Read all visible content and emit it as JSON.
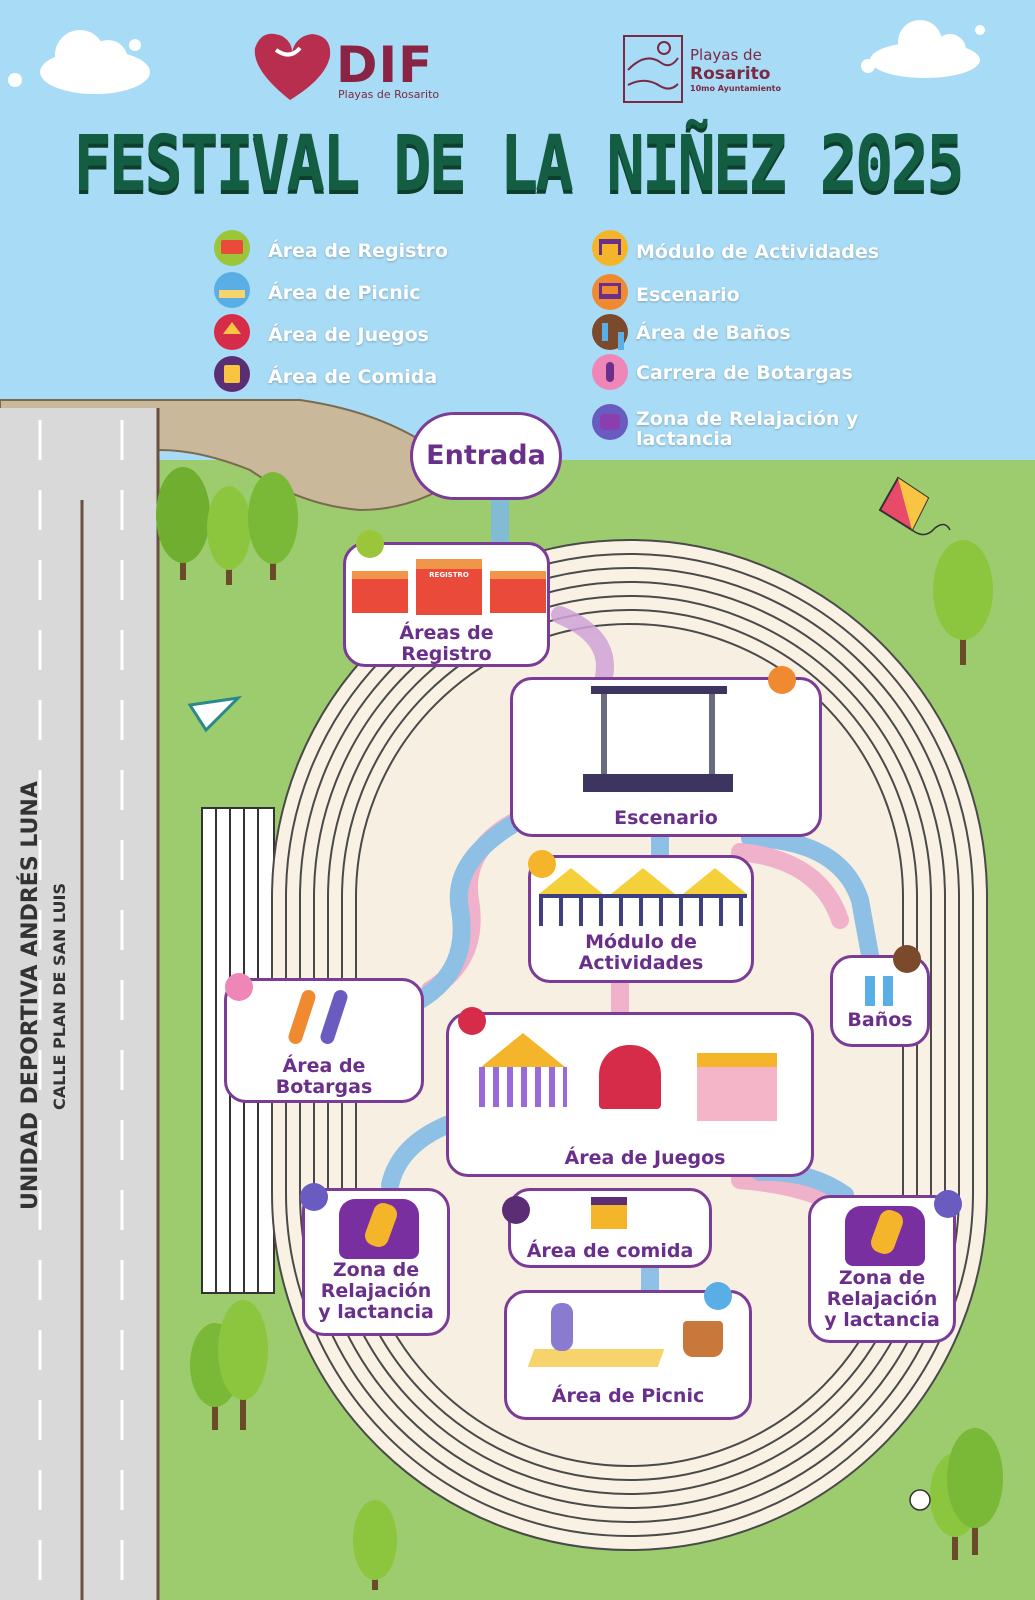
{
  "header": {
    "dif_logo": {
      "name": "DIF",
      "subtitle": "Playas de Rosarito"
    },
    "rosarito_logo": {
      "line1": "Playas de",
      "line2": "Rosarito",
      "line3": "10mo Ayuntamiento"
    },
    "title": "FESTIVAL DE LA NIÑEZ 2025"
  },
  "legend": {
    "left": [
      {
        "label": "Área de Registro",
        "icon": "registration-icon",
        "color": "#9cc63a"
      },
      {
        "label": "Área de Picnic",
        "icon": "picnic-icon",
        "color": "#5aaee6"
      },
      {
        "label": "Área de Juegos",
        "icon": "games-icon",
        "color": "#d72b4a"
      },
      {
        "label": "Área de Comida",
        "icon": "food-icon",
        "color": "#5b2d74"
      }
    ],
    "right": [
      {
        "label": "Módulo de Actividades",
        "icon": "activities-icon",
        "color": "#f4b52a"
      },
      {
        "label": "Escenario",
        "icon": "stage-icon",
        "color": "#f08a30"
      },
      {
        "label": "Área de Baños",
        "icon": "restroom-icon",
        "color": "#7b4a2c"
      },
      {
        "label": "Carrera de Botargas",
        "icon": "runner-icon",
        "color": "#ef86b8"
      },
      {
        "label_l1": "Zona de Relajación y",
        "label_l2": "lactancia",
        "icon": "relaxation-icon",
        "color": "#6a5bc0"
      }
    ]
  },
  "map": {
    "entrance": "Entrada",
    "road_name": "UNIDAD DEPORTIVA ANDRÉS LUNA",
    "street_name": "CALLE PLAN DE SAN LUIS",
    "registro_tag": "REGISTRO",
    "zones": {
      "registro": {
        "l1": "Áreas de",
        "l2": "Registro",
        "color": "#9cc63a"
      },
      "escenario": {
        "l1": "Escenario",
        "color": "#f08a30"
      },
      "actividades": {
        "l1": "Módulo de",
        "l2": "Actividades",
        "color": "#f4b52a"
      },
      "banos": {
        "l1": "Baños",
        "color": "#7b4a2c"
      },
      "botargas": {
        "l1": "Área de",
        "l2": "Botargas",
        "color": "#ef86b8"
      },
      "juegos": {
        "l1": "Área de Juegos",
        "color": "#d72b4a"
      },
      "relax_left": {
        "l1": "Zona de",
        "l2": "Relajación",
        "l3": "y lactancia",
        "color": "#6a5bc0"
      },
      "comida": {
        "l1": "Área de comida",
        "color": "#5b2d74"
      },
      "relax_right": {
        "l1": "Zona de",
        "l2": "Relajación",
        "l3": "y lactancia",
        "color": "#6a5bc0"
      },
      "picnic": {
        "l1": "Área de Picnic",
        "color": "#5aaee6"
      }
    }
  }
}
